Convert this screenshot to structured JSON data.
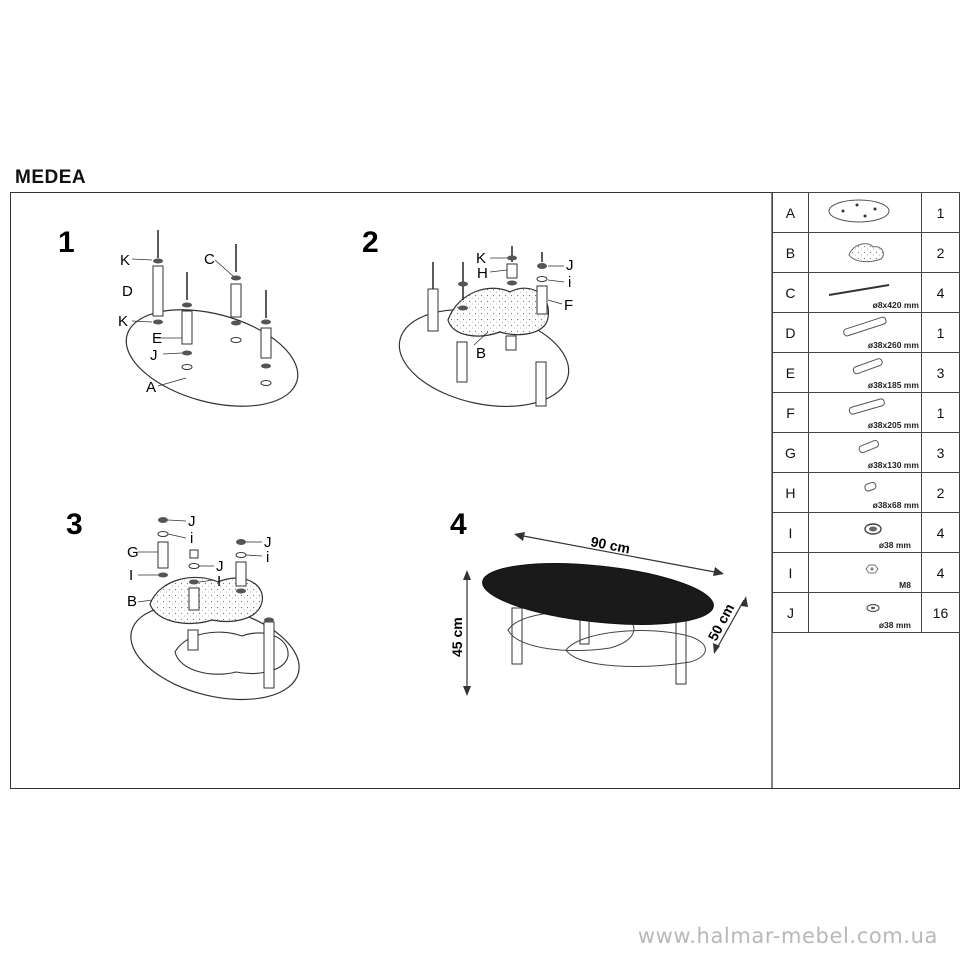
{
  "title": "MEDEA",
  "steps": {
    "s1": {
      "number": "1",
      "labels": {
        "k1": "K",
        "d": "D",
        "k2": "K",
        "e": "E",
        "j": "J",
        "a": "A",
        "c": "C"
      }
    },
    "s2": {
      "number": "2",
      "labels": {
        "k": "K",
        "h": "H",
        "j": "J",
        "i": "i",
        "f": "F",
        "b": "B"
      }
    },
    "s3": {
      "number": "3",
      "labels": {
        "j1": "J",
        "i1": "i",
        "g": "G",
        "i2": "I",
        "b": "B",
        "j2": "J",
        "i3": "I",
        "j3": "J",
        "i4": "i"
      }
    },
    "s4": {
      "number": "4",
      "dims": {
        "length": "90 cm",
        "width": "50 cm",
        "height": "45 cm"
      }
    }
  },
  "parts": [
    {
      "letter": "A",
      "size": "",
      "qty": "1",
      "icon": "oval-glass-top-icon"
    },
    {
      "letter": "B",
      "size": "",
      "qty": "2",
      "icon": "heart-glass-shelf-icon"
    },
    {
      "letter": "C",
      "size": "ø8x420 mm",
      "qty": "4",
      "icon": "threaded-rod-icon"
    },
    {
      "letter": "D",
      "size": "ø38x260 mm",
      "qty": "1",
      "icon": "tube-icon"
    },
    {
      "letter": "E",
      "size": "ø38x185 mm",
      "qty": "3",
      "icon": "tube-icon"
    },
    {
      "letter": "F",
      "size": "ø38x205 mm",
      "qty": "1",
      "icon": "tube-icon"
    },
    {
      "letter": "G",
      "size": "ø38x130 mm",
      "qty": "3",
      "icon": "tube-icon"
    },
    {
      "letter": "H",
      "size": "ø38x68 mm",
      "qty": "2",
      "icon": "short-tube-icon"
    },
    {
      "letter": "I",
      "size": "ø38 mm",
      "qty": "4",
      "icon": "cap-icon"
    },
    {
      "letter": "I",
      "size": "M8",
      "qty": "4",
      "icon": "nut-icon"
    },
    {
      "letter": "J",
      "size": "ø38 mm",
      "qty": "16",
      "icon": "washer-icon"
    }
  ],
  "watermark": "www.halmar-mebel.com.ua"
}
